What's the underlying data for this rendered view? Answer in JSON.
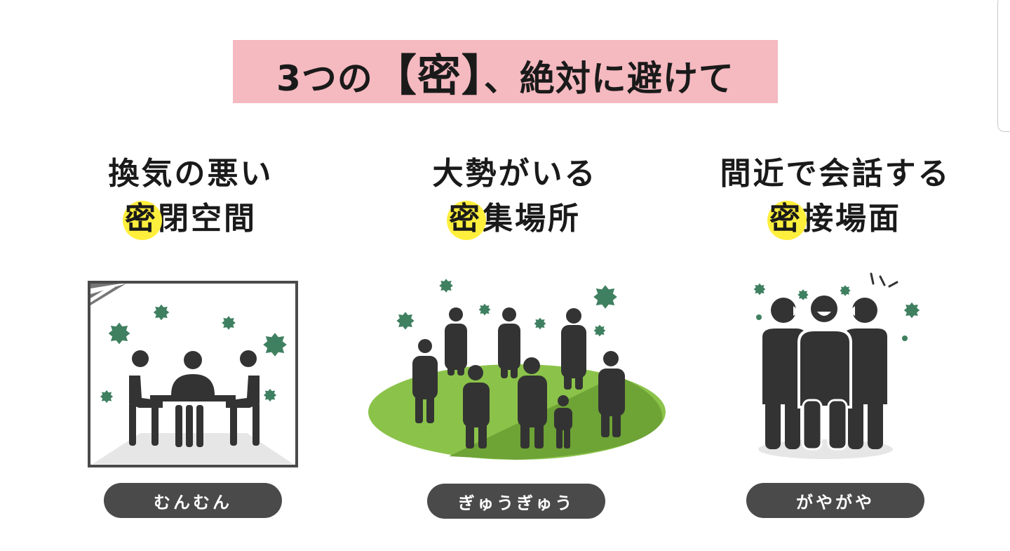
{
  "title": {
    "before": "3つの",
    "bracket_open": "【",
    "emphasis": "密",
    "bracket_close": "】",
    "after": "、絶対に避けて"
  },
  "items": [
    {
      "line1": "換気の悪い",
      "mitsu": "密",
      "line2_rest": "閉空間",
      "label": "むんむん"
    },
    {
      "line1": "大勢がいる",
      "mitsu": "密",
      "line2_rest": "集場所",
      "label": "ぎゅうぎゅう"
    },
    {
      "line1": "間近で会話する",
      "mitsu": "密",
      "line2_rest": "接場面",
      "label": "がやがや"
    }
  ],
  "colors": {
    "banner": "#f5b9c0",
    "highlight": "#ffef3d",
    "virus": "#3f8060",
    "person": "#333333",
    "grass_light": "#8bc34a",
    "grass_dark": "#6ea336",
    "pill": "#4a4a4a"
  },
  "icons": [
    "virus-icon",
    "person-icon",
    "meeting-table-icon",
    "crowd-icon",
    "chatting-group-icon"
  ]
}
